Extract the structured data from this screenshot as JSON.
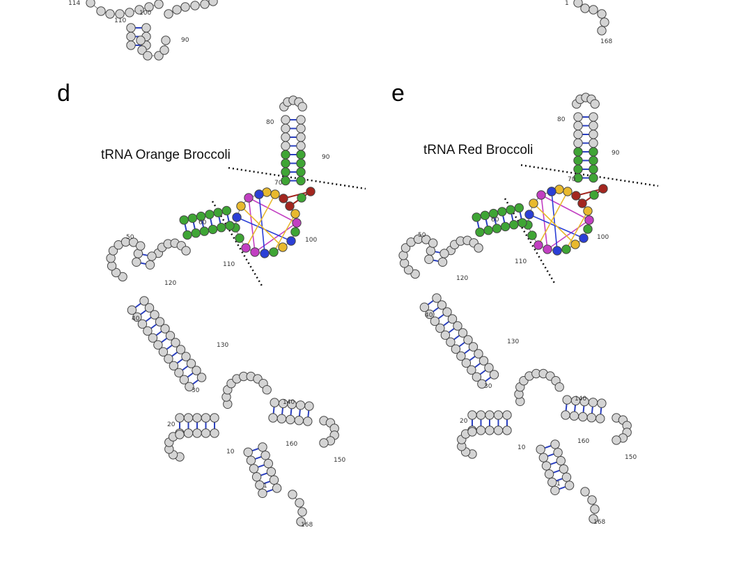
{
  "panels": [
    {
      "letter": "d",
      "title": "tRNA Orange Broccoli",
      "number_labels": [
        "1",
        "10",
        "20",
        "30",
        "40",
        "50",
        "60",
        "70",
        "80",
        "90",
        "100",
        "110",
        "120",
        "130",
        "140",
        "150",
        "160",
        "168"
      ]
    },
    {
      "letter": "e",
      "title": "tRNA Red Broccoli",
      "number_labels": [
        "1",
        "10",
        "20",
        "30",
        "40",
        "50",
        "60",
        "70",
        "80",
        "90",
        "100",
        "110",
        "120",
        "130",
        "140",
        "150",
        "160",
        "168"
      ]
    }
  ],
  "top_fragment": {
    "number_labels_left": [
      "114",
      "110",
      "100",
      "90"
    ],
    "number_labels_right": [
      "1",
      "168"
    ]
  },
  "colors": {
    "nucleotide_fill": "#d4d4d4",
    "nucleotide_stroke": "#444444",
    "base_pair_line": "#2a3fbf",
    "quad_green": "#3fa535",
    "quad_yellow": "#e8b92e",
    "quad_magenta": "#c23fc2",
    "quad_blue": "#2b3fd6",
    "quad_red": "#a3261f"
  }
}
